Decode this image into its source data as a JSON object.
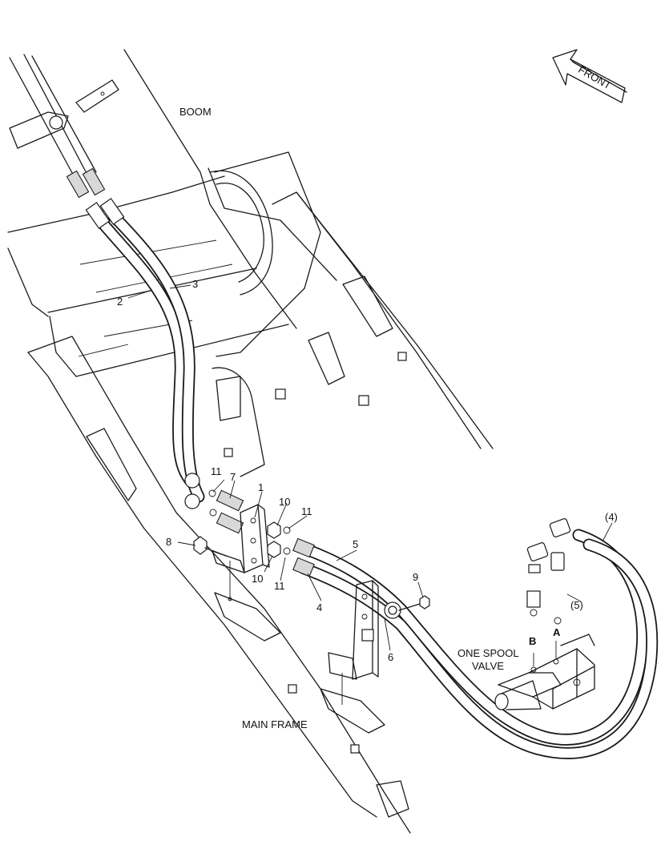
{
  "labels": {
    "boom": "BOOM",
    "main_frame": "MAIN FRAME",
    "front": "FRONT",
    "valve_line1": "ONE SPOOL",
    "valve_line2": "VALVE",
    "port_a": "A",
    "port_b": "B"
  },
  "callouts": {
    "c1": "1",
    "c2": "2",
    "c3": "3",
    "c4": "4",
    "c4p": "(4)",
    "c5": "5",
    "c5p": "(5)",
    "c6": "6",
    "c7": "7",
    "c8": "8",
    "c9": "9",
    "c10a": "10",
    "c10b": "10",
    "c11a": "11",
    "c11b": "11",
    "c11c": "11"
  }
}
